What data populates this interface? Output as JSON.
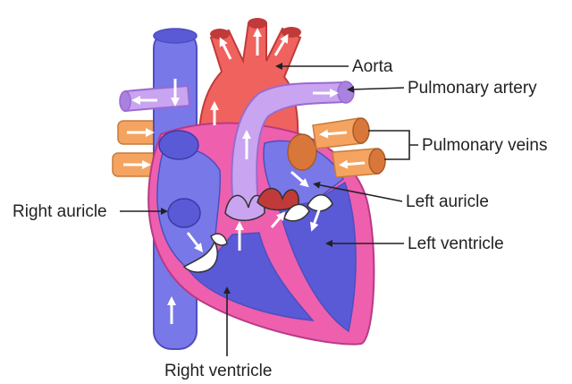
{
  "diagram": {
    "labels": {
      "aorta": "Aorta",
      "pulmonary_artery": "Pulmonary artery",
      "pulmonary_veins": "Pulmonary veins",
      "left_auricle": "Left auricle",
      "left_ventricle": "Left ventricle",
      "right_auricle": "Right auricle",
      "right_ventricle": "Right ventricle"
    },
    "colors": {
      "oxygenated": "#f0625e",
      "deoxygenated": "#7878e8",
      "pulmonary_artery": "#c9a4f0",
      "pulmonary_veins": "#f4a460",
      "myocardium": "#ee5fae",
      "valve": "#ffffff"
    }
  }
}
